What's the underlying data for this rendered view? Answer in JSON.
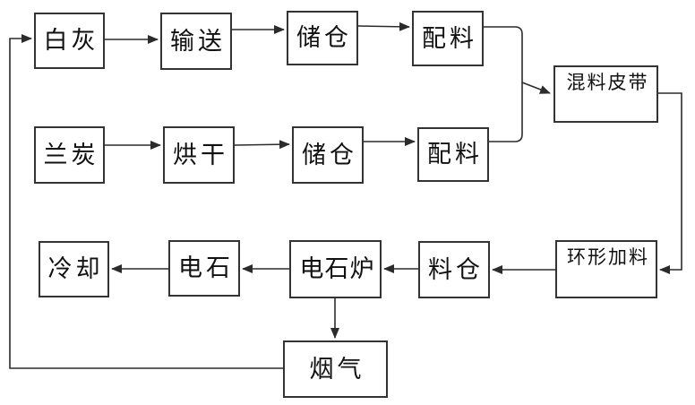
{
  "diagram": {
    "title": "carbide-production-flowchart",
    "background_color": "#ffffff",
    "line_color": "#2b2b2b",
    "box_border_color": "#333333",
    "text_color": "#111111",
    "nodes": {
      "baihui": {
        "label": "白灰"
      },
      "shusong": {
        "label": "输送"
      },
      "chucang1": {
        "label": "储仓"
      },
      "peiliao1": {
        "label": "配料"
      },
      "hunliao": {
        "label": "混料皮带"
      },
      "lantan": {
        "label": "兰炭"
      },
      "honggan": {
        "label": "烘干"
      },
      "chucang2": {
        "label": "储仓"
      },
      "peiliao2": {
        "label": "配料"
      },
      "huanxing": {
        "label": "环形加料"
      },
      "liaocang": {
        "label": "料仓"
      },
      "dianshilu": {
        "label": "电石炉"
      },
      "dianshi": {
        "label": "电石"
      },
      "lengque": {
        "label": "冷却"
      },
      "yanqi": {
        "label": "烟气"
      }
    },
    "edges": [
      {
        "from": "白灰",
        "to": "输送"
      },
      {
        "from": "输送",
        "to": "储仓"
      },
      {
        "from": "储仓",
        "to": "配料"
      },
      {
        "from": "配料",
        "to": "混料皮带"
      },
      {
        "from": "兰炭",
        "to": "烘干"
      },
      {
        "from": "烘干",
        "to": "储仓"
      },
      {
        "from": "储仓",
        "to": "配料"
      },
      {
        "from": "配料",
        "to": "混料皮带"
      },
      {
        "from": "混料皮带",
        "to": "环形加料"
      },
      {
        "from": "环形加料",
        "to": "料仓"
      },
      {
        "from": "料仓",
        "to": "电石炉"
      },
      {
        "from": "电石炉",
        "to": "电石"
      },
      {
        "from": "电石",
        "to": "冷却"
      },
      {
        "from": "电石炉",
        "to": "烟气"
      },
      {
        "from": "烟气",
        "to": "白灰"
      }
    ]
  }
}
